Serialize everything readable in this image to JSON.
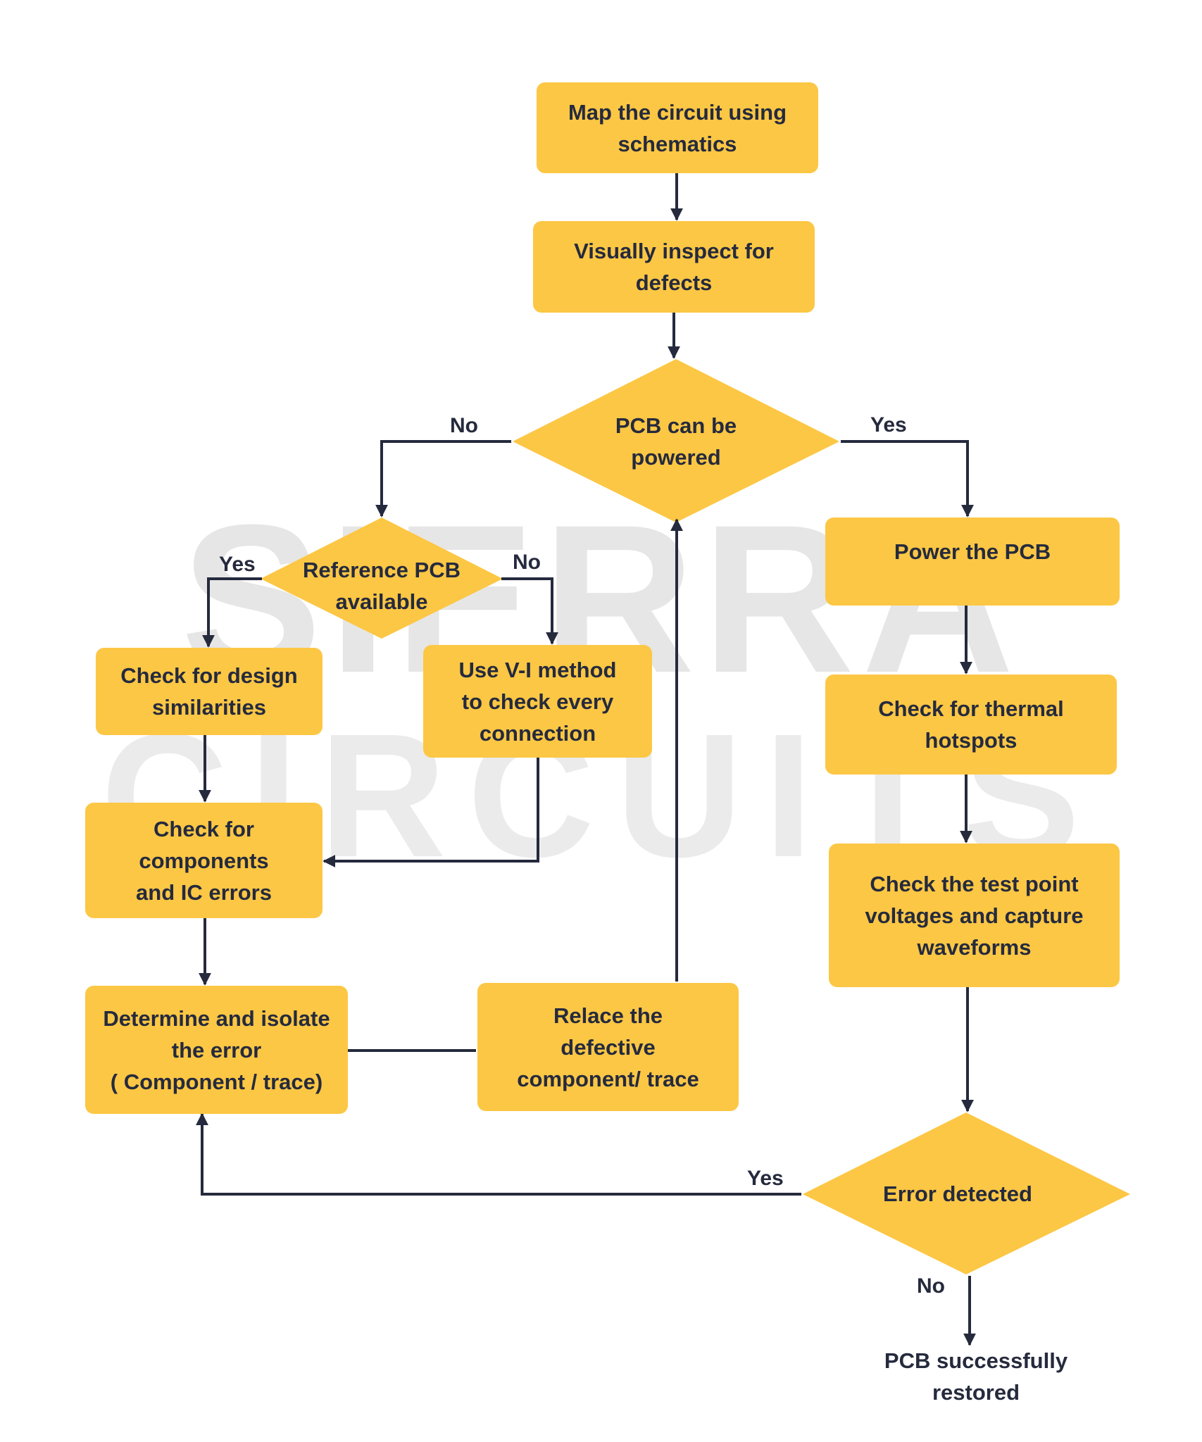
{
  "watermark": {
    "line1": "SIERRA",
    "line2": "CIRCUITS"
  },
  "nodes": {
    "map_circuit": "Map the circuit using\nschematics",
    "visual_inspect": "Visually inspect for\ndefects",
    "pcb_powered": "PCB can be\npowered",
    "reference_pcb": "Reference PCB\navailable",
    "power_pcb": "Power the PCB",
    "design_similarities": "Check for design\nsimilarities",
    "vi_method": "Use V-I method\nto check every\nconnection",
    "thermal_hotspots": "Check for thermal\nhotspots",
    "components_ic": "Check for\ncomponents\nand IC errors",
    "test_point": "Check the test point\nvoltages and capture\nwaveforms",
    "determine_isolate": "Determine and isolate\nthe error\n( Component / trace)",
    "replace_defective": "Relace the\ndefective\ncomponent/ trace",
    "error_detected": "Error detected",
    "restored": "PCB successfully\nrestored"
  },
  "labels": {
    "powered_no": "No",
    "powered_yes": "Yes",
    "reference_yes": "Yes",
    "reference_no": "No",
    "error_yes": "Yes",
    "error_no": "No"
  },
  "colors": {
    "box": "#fcc744",
    "line": "#252a3d",
    "text": "#252a3d",
    "watermark": "#e6e6e6"
  }
}
